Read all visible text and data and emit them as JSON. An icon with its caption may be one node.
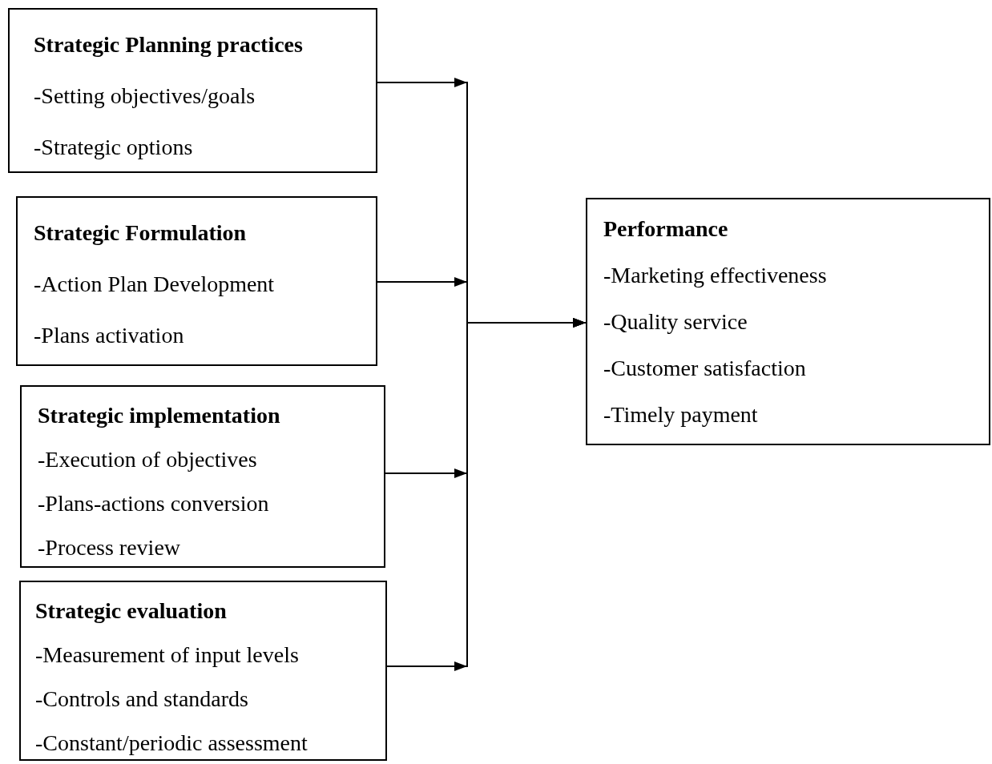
{
  "diagram": {
    "nodes": [
      {
        "text": [
          "Strategic Planning practices",
          "-Setting objectives/goals",
          "-Strategic options"
        ]
      },
      {
        "text": [
          "Strategic Formulation",
          "-Action Plan Development",
          "-Plans activation"
        ]
      },
      {
        "text": [
          "Strategic implementation",
          "-Execution of objectives",
          "-Plans-actions conversion",
          "-Process review"
        ]
      },
      {
        "text": [
          "Strategic evaluation",
          "-Measurement of input levels",
          "-Controls and standards",
          "-Constant/periodic assessment"
        ]
      },
      {
        "text": [
          "Performance",
          "-Marketing effectiveness",
          "-Quality service",
          "-Customer satisfaction",
          "-Timely payment"
        ]
      }
    ],
    "edges": [
      {
        "from": 0,
        "to": 4,
        "arrow": "to"
      },
      {
        "from": 1,
        "to": 4,
        "arrow": "to"
      },
      {
        "from": 2,
        "to": 4,
        "arrow": "to"
      },
      {
        "from": 3,
        "to": 4,
        "arrow": "to"
      }
    ]
  }
}
